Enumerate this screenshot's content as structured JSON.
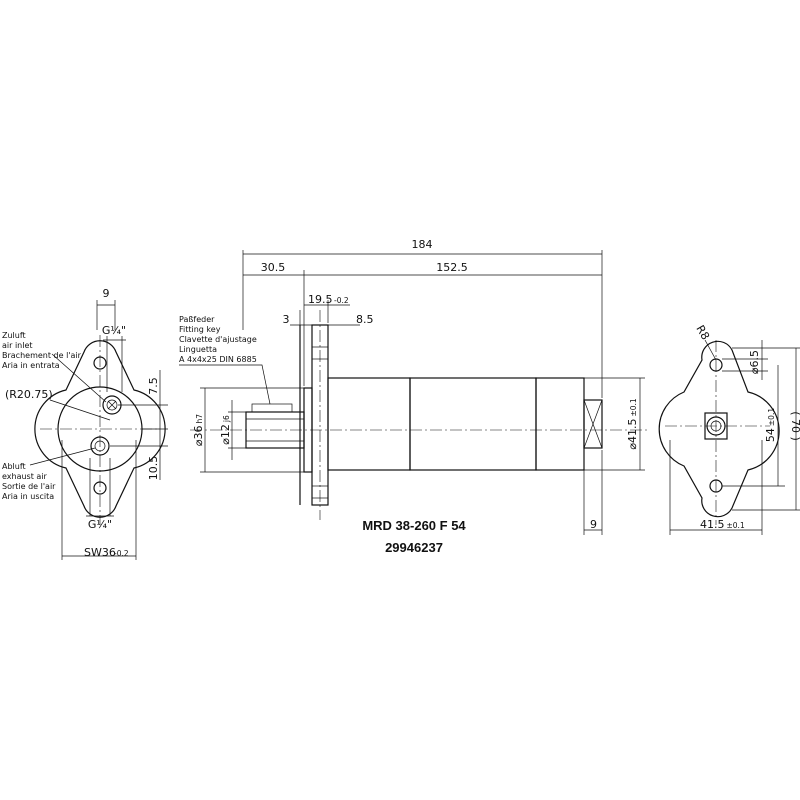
{
  "title": {
    "model": "MRD 38-260 F 54",
    "part_number": "29946237"
  },
  "left_view": {
    "dim_width_top": "9",
    "thread_top": "G¼\"",
    "thread_bottom": "G¼\"",
    "radius": "(R20.75)",
    "dim_upper": "7.5",
    "dim_lower": "10.5",
    "wrench_size": "SW36",
    "wrench_tol": "-0.2",
    "inlet_label": [
      "Zuluft",
      "air inlet",
      "Brachement de l'air",
      "Aria in entrata"
    ],
    "exhaust_label": [
      "Abluft",
      "exhaust air",
      "Sortie de l'air",
      "Aria in uscita"
    ]
  },
  "side_view": {
    "overall_length": "184",
    "dim_front": "30.5",
    "dim_body": "152.5",
    "dim_flange_pos": "19.5",
    "dim_flange_pos_tol": "-0.2",
    "dim_shoulder": "3",
    "dim_flange_thk": "8.5",
    "dim_end": "9",
    "dia_flange": "⌀36",
    "dia_flange_tol": "h7",
    "dia_shaft": "⌀12",
    "dia_shaft_tol": "j6",
    "dia_body": "⌀41.5",
    "dia_body_tol": "±0.1",
    "key_label": [
      "Paßfeder",
      "Fitting key",
      "Clavette d'ajustage",
      "Linguetta",
      "A  4x4x25  DIN  6885"
    ]
  },
  "right_view": {
    "radius": "R8",
    "hole_dia": "⌀6.5",
    "hole_spacing": "54",
    "hole_spacing_tol": "±0.1",
    "overall_height": "( 70 )",
    "width": "41.5",
    "width_tol": "±0.1"
  }
}
